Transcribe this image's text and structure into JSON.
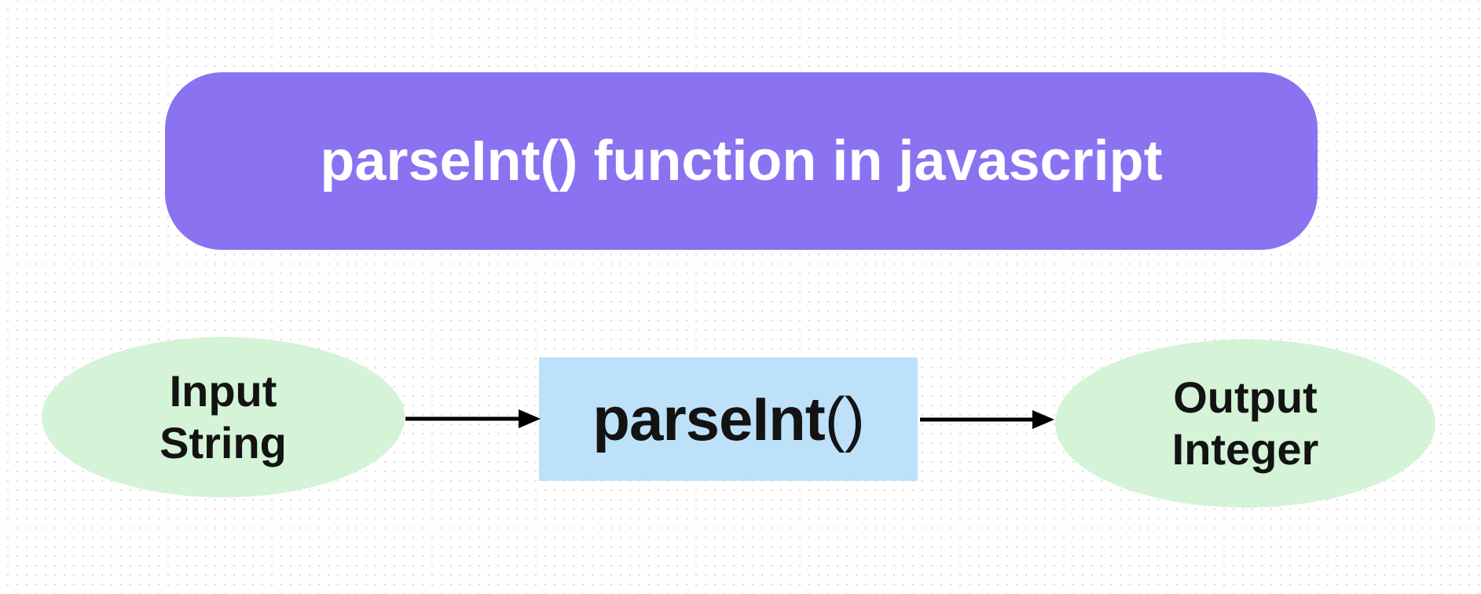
{
  "diagram": {
    "banner": {
      "title": "parseInt() function in javascript"
    },
    "nodes": {
      "input": {
        "line1": "Input",
        "line2": "String",
        "shape": "ellipse"
      },
      "process": {
        "name": "parseInt",
        "parens": "()",
        "shape": "rectangle"
      },
      "output": {
        "line1": "Output",
        "line2": "Integer",
        "shape": "ellipse"
      }
    },
    "flow": [
      "input",
      "process",
      "output"
    ],
    "colors": {
      "banner_bg": "#8B72F1",
      "banner_text": "#FFFFFF",
      "node_green_bg": "#D5F3D7",
      "node_blue_bg": "#BEE1FA",
      "node_text": "#131313",
      "arrow": "#000000",
      "background": "#FFFFFF",
      "background_dot": "#D9DCE6"
    }
  }
}
